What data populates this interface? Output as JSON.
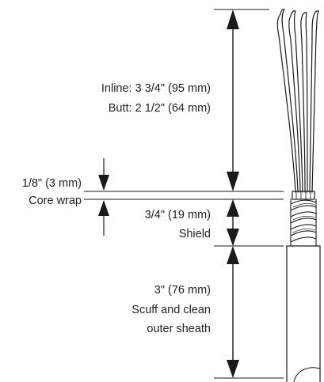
{
  "dimensions": {
    "conductors": {
      "line1": "Inline: 3 3/4\" (95 mm)",
      "line2": "Butt: 2 1/2\" (64 mm)"
    },
    "core_wrap": {
      "measure": "1/8\" (3 mm)",
      "name": "Core wrap"
    },
    "shield": {
      "measure": "3/4\" (19 mm)",
      "name": "Shield"
    },
    "outer_sheath": {
      "measure": "3\" (76 mm)",
      "line2": "Scuff and clean",
      "line3": "outer sheath"
    }
  },
  "colors": {
    "line": "#1a1a1a",
    "text": "#222222",
    "background": "#ffffff"
  }
}
